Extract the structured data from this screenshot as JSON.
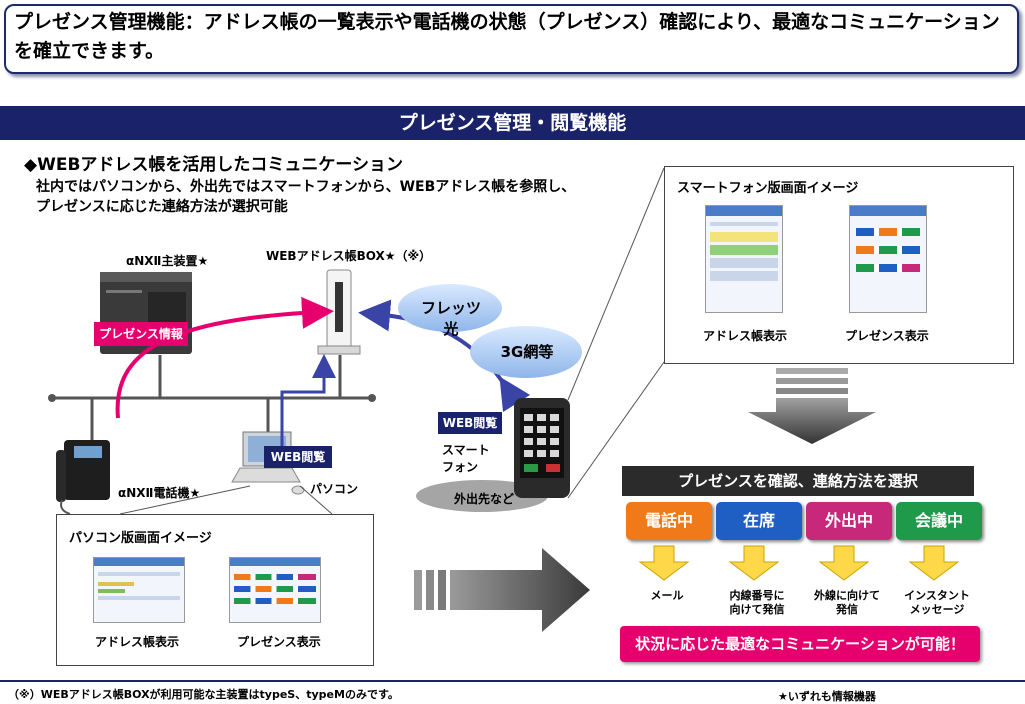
{
  "headline": "プレゼンス管理機能：アドレス帳の一覧表示や電話機の状態（プレゼンス）確認により、最適なコミュニケーションを確立できます。",
  "band_title": "プレゼンス管理・閲覧機能",
  "section": {
    "title": "◆WEBアドレス帳を活用したコミュニケーション",
    "description_line1": "社内ではパソコンから、外出先ではスマートフォンから、WEBアドレス帳を参照し、",
    "description_line2": "プレゼンスに応じた連絡方法が選択可能"
  },
  "devices": {
    "main_unit": "αNXⅡ主装置★",
    "web_box": "WEBアドレス帳BOX★（※）",
    "presence_info": "プレゼンス情報",
    "phone": "αNXⅡ電話機★",
    "pc": "パソコン",
    "web_view_pc": "WEB閲覧",
    "web_view_sp": "WEB閲覧",
    "smartphone_line1": "スマート",
    "smartphone_line2": "フォン",
    "outside": "外出先など"
  },
  "network": {
    "flets": "フレッツ光",
    "mobile": "3G網等"
  },
  "pc_panel": {
    "title": "パソコン版画面イメージ",
    "caption_address": "アドレス帳表示",
    "caption_presence": "プレゼンス表示"
  },
  "sp_panel": {
    "title": "スマートフォン版画面イメージ",
    "caption_address": "アドレス帳表示",
    "caption_presence": "プレゼンス表示"
  },
  "select_banner": "プレゼンスを確認、連絡方法を選択",
  "statuses": [
    {
      "label": "電話中",
      "color": "#f07a1a",
      "action_line1": "メール",
      "action_line2": ""
    },
    {
      "label": "在席",
      "color": "#1f5fc4",
      "action_line1": "内線番号に",
      "action_line2": "向けて発信"
    },
    {
      "label": "外出中",
      "color": "#c8287a",
      "action_line1": "外線に向けて",
      "action_line2": "発信"
    },
    {
      "label": "会議中",
      "color": "#1f9a4a",
      "action_line1": "インスタント",
      "action_line2": "メッセージ"
    }
  ],
  "result_banner": "状況に応じた最適なコミュニケーションが可能！",
  "footnote": "（※）WEBアドレス帳BOXが利用可能な主装置はtypeS、typeMのみです。",
  "info_note": "★いずれも情報機器",
  "colors": {
    "navy": "#1a2369",
    "magenta": "#e5006e",
    "dark_banner": "#2b2b2b",
    "arrow_yellow": "#ffd84a"
  }
}
